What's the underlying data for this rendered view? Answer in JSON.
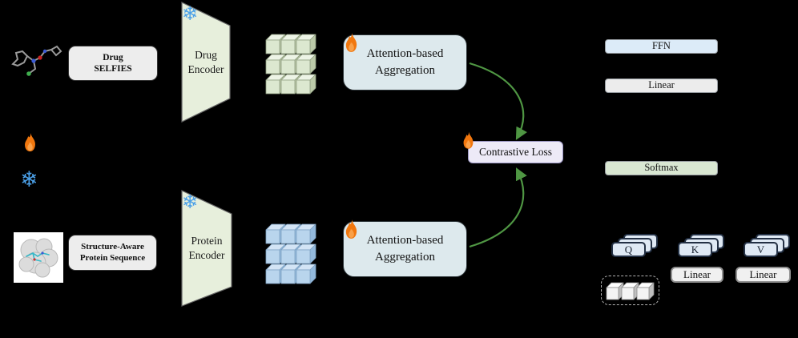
{
  "diagram": {
    "legend": {
      "trainable_icon": "flame-icon",
      "frozen_icon": "snowflake-icon"
    },
    "drug_branch": {
      "input_label": "Drug\nSELFIES",
      "encoder_label": "Drug\nEncoder",
      "aggregation_label": "Attention-based\nAggregation"
    },
    "protein_branch": {
      "input_label": "Structure-Aware\nProtein Sequence",
      "encoder_label": "Protein\nEncoder",
      "aggregation_label": "Attention-based\nAggregation"
    },
    "loss_label": "Contrastive Loss",
    "detail": {
      "ffn": "FFN",
      "linear": "Linear",
      "softmax": "Softmax",
      "q": "Q",
      "k": "K",
      "v": "V",
      "k_linear": "Linear",
      "v_linear": "Linear"
    },
    "colors": {
      "encoder_fill": "#e7efdc",
      "aggregation_fill": "#dde9ed",
      "loss_fill": "#edeaf7",
      "arrow_green": "#4f9643",
      "flame_orange": "#f1770e",
      "snowflake_blue": "#4ba0e8",
      "drug_cube_fill": "#dce8d0",
      "protein_cube_fill": "#b9d5ed",
      "ffn_fill": "#dcebf8",
      "linear_fill": "#ececec",
      "softmax_fill": "#d9e7d2",
      "qkv_card_fill": "#dfe9f4"
    }
  }
}
